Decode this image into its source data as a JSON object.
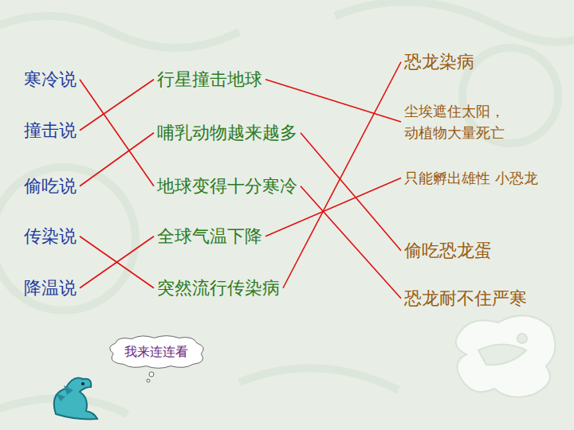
{
  "diagram": {
    "nodes": [
      {
        "text": [
          "寒冷说"
        ]
      },
      {
        "text": [
          "撞击说"
        ]
      },
      {
        "text": [
          "偷吃说"
        ]
      },
      {
        "text": [
          "传染说"
        ]
      },
      {
        "text": [
          "降温说"
        ]
      },
      {
        "text": [
          "行星撞击地球"
        ]
      },
      {
        "text": [
          "哺乳动物越来越多"
        ]
      },
      {
        "text": [
          "地球变得十分寒冷"
        ]
      },
      {
        "text": [
          "全球气温下降"
        ]
      },
      {
        "text": [
          "突然流行传染病"
        ]
      },
      {
        "text": [
          "恐龙染病"
        ]
      },
      {
        "text": [
          "尘埃遮住太阳， 动植物大量死亡"
        ]
      },
      {
        "text": [
          "只能孵出雄性 小恐龙"
        ]
      },
      {
        "text": [
          "偷吃恐龙蛋"
        ]
      },
      {
        "text": [
          "恐龙耐不住严寒"
        ]
      },
      {
        "text": [
          "我来连连看"
        ]
      }
    ],
    "edges": [
      {
        "from": 0,
        "to": 7,
        "arrow": "none"
      },
      {
        "from": 1,
        "to": 5,
        "arrow": "none"
      },
      {
        "from": 2,
        "to": 6,
        "arrow": "none"
      },
      {
        "from": 3,
        "to": 9,
        "arrow": "none"
      },
      {
        "from": 4,
        "to": 8,
        "arrow": "none"
      },
      {
        "from": 5,
        "to": 11,
        "arrow": "none"
      },
      {
        "from": 6,
        "to": 13,
        "arrow": "none"
      },
      {
        "from": 7,
        "to": 14,
        "arrow": "none"
      },
      {
        "from": 8,
        "to": 12,
        "arrow": "none"
      },
      {
        "from": 9,
        "to": 10,
        "arrow": "none"
      }
    ]
  }
}
